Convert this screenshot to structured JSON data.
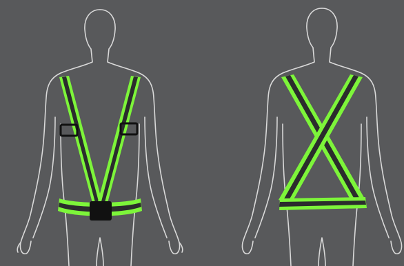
{
  "image": {
    "views": [
      {
        "id": "front",
        "subject": "reflective-vest-front-view"
      },
      {
        "id": "back",
        "subject": "reflective-vest-back-view"
      }
    ]
  },
  "colors": {
    "background": "#58595b",
    "outline": "#d9d9d9",
    "strap_green": "#7df53a",
    "strap_dark": "#2b2c2d",
    "buckle": "#111111"
  }
}
